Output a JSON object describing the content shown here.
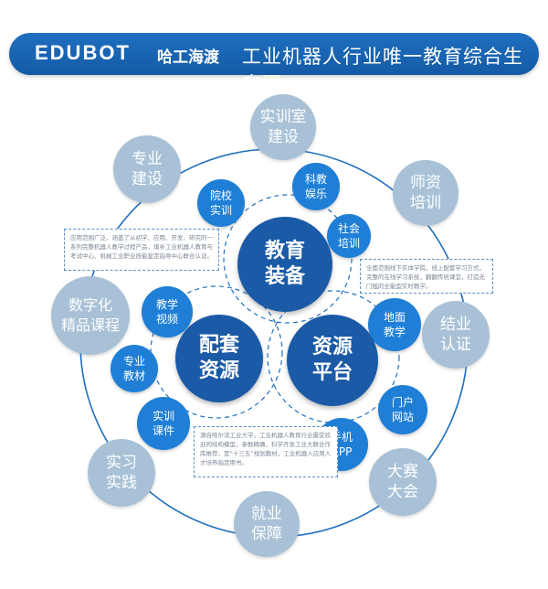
{
  "header": {
    "logo": "EDUBOT",
    "brand": "哈工海渡",
    "headline": "工业机器人行业唯一教育综合生态圈"
  },
  "core": [
    {
      "id": "education-equipment",
      "label": "教育\n装备"
    },
    {
      "id": "supporting-resources",
      "label": "配套\n资源"
    },
    {
      "id": "resource-platform",
      "label": "资源\n平台"
    }
  ],
  "outer": [
    {
      "id": "training-room",
      "label": "实训室\n建设"
    },
    {
      "id": "teacher-training",
      "label": "师资\n培训"
    },
    {
      "id": "certification",
      "label": "结业\n认证"
    },
    {
      "id": "competition",
      "label": "大赛\n大会"
    },
    {
      "id": "employment",
      "label": "就业\n保障"
    },
    {
      "id": "internship",
      "label": "实习\n实践"
    },
    {
      "id": "digital-courses",
      "label": "数字化\n精品课程"
    },
    {
      "id": "major-building",
      "label": "专业\n建设"
    }
  ],
  "sub": [
    {
      "id": "school-training",
      "label": "院校\n实训"
    },
    {
      "id": "sci-edu-entertainment",
      "label": "科教\n娱乐"
    },
    {
      "id": "social-training",
      "label": "社会\n培训"
    },
    {
      "id": "teaching-video",
      "label": "教学\n视频"
    },
    {
      "id": "textbook",
      "label": "专业\n教材"
    },
    {
      "id": "training-courseware",
      "label": "实训\n课件"
    },
    {
      "id": "onsite-teaching",
      "label": "地面\n教学"
    },
    {
      "id": "portal-site",
      "label": "门户\n网站"
    },
    {
      "id": "mobile-app",
      "label": "手机\nAPP"
    }
  ],
  "notes": {
    "equipment": "应用范围广泛，涵盖了从初学、应用、开发、研究的一系列完整机器人教学过程产品，填补工业机器人教育与考试中心、机械工业职业技能鉴定指导中心联合认证。",
    "platform": "全面范围线下实体学院，线上配套学习方式，完整的在线学习系统，翻翻传统课堂，打造无门槛的全能型实时教学。",
    "resources": "源自哈尔滨工业大学，工业机器人教育行业最受欢迎的结构模型，参数精确，科学开发工业大联合作库推荐，是“十三五”规划教材，工业机器人应用人才培养指定用书。"
  }
}
